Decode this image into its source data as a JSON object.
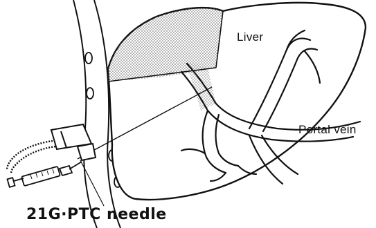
{
  "labels": {
    "liver": "Liver",
    "portal_vein": "Portal vein",
    "needle": "21G·PTC needle"
  },
  "colors": {
    "ink": "#111111",
    "background": "#ffffff",
    "stipple": "#555555"
  }
}
